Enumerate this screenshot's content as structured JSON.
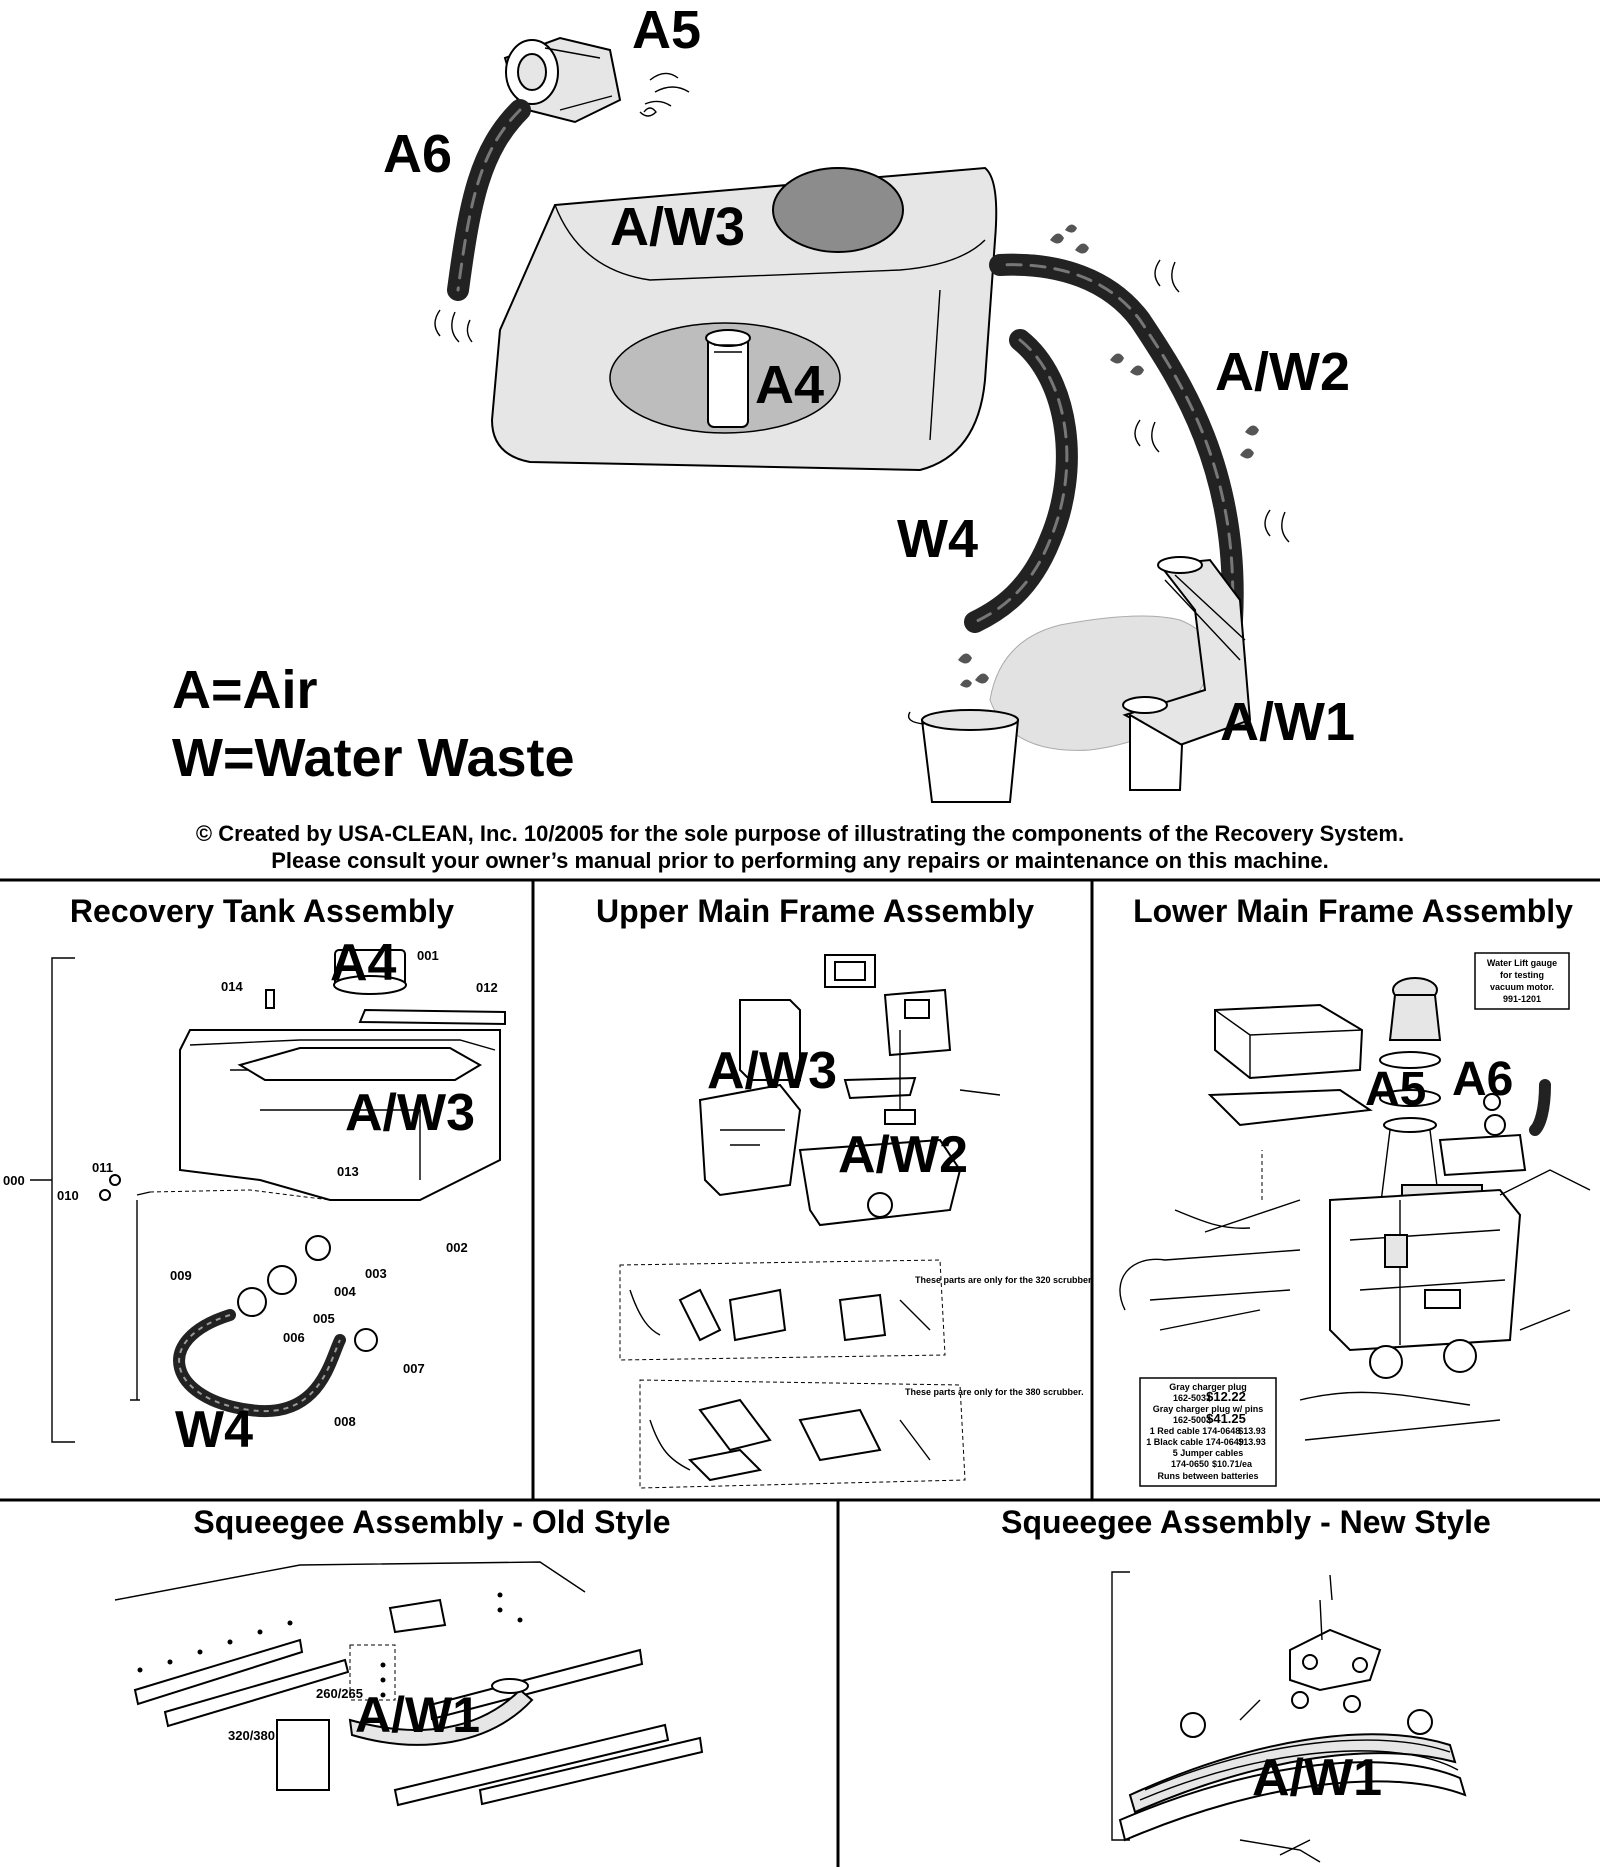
{
  "hero": {
    "labels": {
      "a5": "A5",
      "a6": "A6",
      "aw3": "A/W3",
      "a4": "A4",
      "aw2": "A/W2",
      "w4": "W4",
      "aw1": "A/W1"
    },
    "legend": {
      "air": "A=Air",
      "water": "W=Water Waste"
    },
    "copyright_line1": "© Created by USA-CLEAN, Inc. 10/2005 for the sole purpose of illustrating the components of the Recovery System.",
    "copyright_line2": "Please consult your owner’s manual prior to performing any repairs or maintenance on this machine."
  },
  "panels": {
    "recovery_tank": {
      "title": "Recovery Tank Assembly",
      "callouts": {
        "a4": "A4",
        "aw3": "A/W3",
        "w4": "W4"
      },
      "parts": [
        "000",
        "001",
        "002",
        "003",
        "004",
        "005",
        "006",
        "007",
        "008",
        "009",
        "010",
        "011",
        "012",
        "013",
        "014"
      ]
    },
    "upper_frame": {
      "title": "Upper Main Frame Assembly",
      "callouts": {
        "aw3": "A/W3",
        "aw2": "A/W2"
      },
      "note_320": "These parts are only for the 320 scrubber.",
      "note_380": "These parts are only for the 380 scrubber."
    },
    "lower_frame": {
      "title": "Lower Main Frame Assembly",
      "callouts": {
        "a5": "A5",
        "a6": "A6"
      },
      "gauge_note": [
        "Water Lift gauge",
        "for testing",
        "vacuum motor.",
        "991-1201"
      ],
      "price_box": [
        {
          "text": "Gray charger plug",
          "price": ""
        },
        {
          "text": "162-5031",
          "price": "$12.22"
        },
        {
          "text": "Gray charger plug w/ pins",
          "price": ""
        },
        {
          "text": "162-5003",
          "price": "$41.25"
        },
        {
          "text": "1 Red cable 174-0648",
          "price": "$13.93"
        },
        {
          "text": "1 Black cable 174-0649",
          "price": "$13.93"
        },
        {
          "text": "5 Jumper cables",
          "price": ""
        },
        {
          "text": "174-0650",
          "price": "$10.71/ea"
        },
        {
          "text": "Runs between batteries",
          "price": ""
        }
      ]
    },
    "squeegee_old": {
      "title": "Squeegee Assembly - Old Style",
      "callout": "A/W1",
      "model_a": "260/265",
      "model_b": "320/380"
    },
    "squeegee_new": {
      "title": "Squeegee Assembly - New Style",
      "callout": "A/W1"
    }
  }
}
